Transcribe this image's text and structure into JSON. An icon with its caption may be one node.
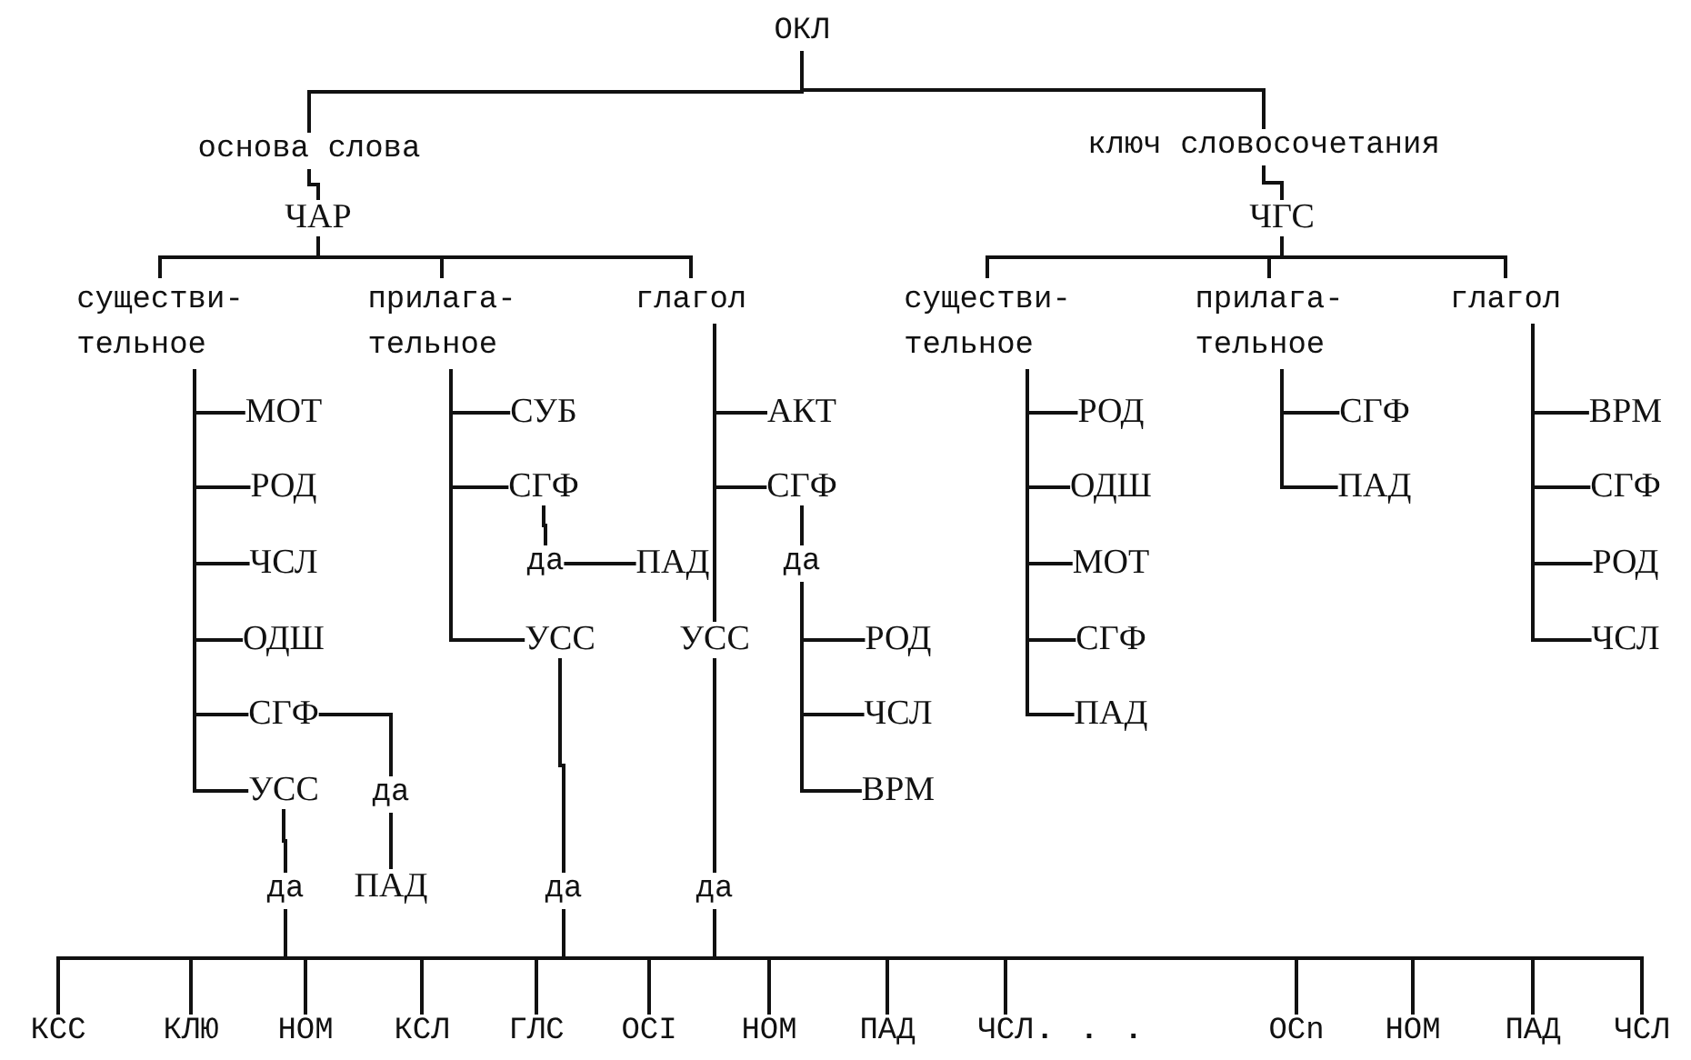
{
  "diagram": {
    "nodes": [
      {
        "text": [
          "ОКЛ"
        ]
      },
      {
        "text": [
          "основа слова"
        ]
      },
      {
        "text": [
          "ключ словосочетания"
        ]
      },
      {
        "text": [
          "ЧАР"
        ]
      },
      {
        "text": [
          "существи- тельное"
        ]
      },
      {
        "text": [
          "прилага- тельное"
        ]
      },
      {
        "text": [
          "глагол"
        ]
      },
      {
        "text": [
          "МОТ"
        ]
      },
      {
        "text": [
          "РОД"
        ]
      },
      {
        "text": [
          "ЧСЛ"
        ]
      },
      {
        "text": [
          "ОДШ"
        ]
      },
      {
        "text": [
          "СГФ"
        ]
      },
      {
        "text": [
          "УСС"
        ]
      },
      {
        "text": [
          "да"
        ]
      },
      {
        "text": [
          "ПАД"
        ]
      },
      {
        "text": [
          "да"
        ]
      },
      {
        "text": [
          "СУБ"
        ]
      },
      {
        "text": [
          "СГФ"
        ]
      },
      {
        "text": [
          "да"
        ]
      },
      {
        "text": [
          "ПАД"
        ]
      },
      {
        "text": [
          "УСС"
        ]
      },
      {
        "text": [
          "да"
        ]
      },
      {
        "text": [
          "АКТ"
        ]
      },
      {
        "text": [
          "СГФ"
        ]
      },
      {
        "text": [
          "да"
        ]
      },
      {
        "text": [
          "РОД"
        ]
      },
      {
        "text": [
          "ЧСЛ"
        ]
      },
      {
        "text": [
          "ВРМ"
        ]
      },
      {
        "text": [
          "УСС"
        ]
      },
      {
        "text": [
          "да"
        ]
      },
      {
        "text": [
          "ЧГС"
        ]
      },
      {
        "text": [
          "существи- тельное"
        ]
      },
      {
        "text": [
          "прилага- тельное"
        ]
      },
      {
        "text": [
          "глагол"
        ]
      },
      {
        "text": [
          "РОД"
        ]
      },
      {
        "text": [
          "ОДШ"
        ]
      },
      {
        "text": [
          "МОТ"
        ]
      },
      {
        "text": [
          "СГФ"
        ]
      },
      {
        "text": [
          "ПАД"
        ]
      },
      {
        "text": [
          "СГФ"
        ]
      },
      {
        "text": [
          "ПАД"
        ]
      },
      {
        "text": [
          "ВРМ"
        ]
      },
      {
        "text": [
          "СГФ"
        ]
      },
      {
        "text": [
          "РОД"
        ]
      },
      {
        "text": [
          "ЧСЛ"
        ]
      },
      {
        "text": [
          "КСС"
        ]
      },
      {
        "text": [
          "КЛЮ"
        ]
      },
      {
        "text": [
          "НОМ"
        ]
      },
      {
        "text": [
          "КСЛ"
        ]
      },
      {
        "text": [
          "ГЛС"
        ]
      },
      {
        "text": [
          "ОСI"
        ]
      },
      {
        "text": [
          "НОМ"
        ]
      },
      {
        "text": [
          "ПАД"
        ]
      },
      {
        "text": [
          "ЧСЛ"
        ]
      },
      {
        "text": [
          "ОСn"
        ]
      },
      {
        "text": [
          "НОМ"
        ]
      },
      {
        "text": [
          "ПАД"
        ]
      },
      {
        "text": [
          "ЧСЛ"
        ]
      }
    ],
    "edges": [
      {
        "from": 0,
        "to": 1,
        "arrow": "none"
      },
      {
        "from": 0,
        "to": 2,
        "arrow": "none"
      },
      {
        "from": 1,
        "to": 3,
        "arrow": "none"
      },
      {
        "from": 3,
        "to": 4,
        "arrow": "none"
      },
      {
        "from": 3,
        "to": 5,
        "arrow": "none"
      },
      {
        "from": 3,
        "to": 6,
        "arrow": "none"
      },
      {
        "from": 4,
        "to": 7,
        "arrow": "none"
      },
      {
        "from": 4,
        "to": 8,
        "arrow": "none"
      },
      {
        "from": 4,
        "to": 9,
        "arrow": "none"
      },
      {
        "from": 4,
        "to": 10,
        "arrow": "none"
      },
      {
        "from": 4,
        "to": 11,
        "arrow": "none"
      },
      {
        "from": 4,
        "to": 12,
        "arrow": "none"
      },
      {
        "from": 11,
        "to": 13,
        "arrow": "none"
      },
      {
        "from": 13,
        "to": 14,
        "arrow": "none"
      },
      {
        "from": 12,
        "to": 15,
        "arrow": "none"
      },
      {
        "from": 5,
        "to": 16,
        "arrow": "none"
      },
      {
        "from": 5,
        "to": 17,
        "arrow": "none"
      },
      {
        "from": 17,
        "to": 18,
        "arrow": "none"
      },
      {
        "from": 18,
        "to": 19,
        "arrow": "none"
      },
      {
        "from": 5,
        "to": 20,
        "arrow": "none"
      },
      {
        "from": 20,
        "to": 21,
        "arrow": "none"
      },
      {
        "from": 6,
        "to": 22,
        "arrow": "none"
      },
      {
        "from": 6,
        "to": 23,
        "arrow": "none"
      },
      {
        "from": 23,
        "to": 24,
        "arrow": "none"
      },
      {
        "from": 24,
        "to": 25,
        "arrow": "none"
      },
      {
        "from": 24,
        "to": 26,
        "arrow": "none"
      },
      {
        "from": 24,
        "to": 27,
        "arrow": "none"
      },
      {
        "from": 6,
        "to": 28,
        "arrow": "none"
      },
      {
        "from": 28,
        "to": 29,
        "arrow": "none"
      },
      {
        "from": 2,
        "to": 30,
        "arrow": "none"
      },
      {
        "from": 30,
        "to": 31,
        "arrow": "none"
      },
      {
        "from": 30,
        "to": 32,
        "arrow": "none"
      },
      {
        "from": 30,
        "to": 33,
        "arrow": "none"
      },
      {
        "from": 31,
        "to": 34,
        "arrow": "none"
      },
      {
        "from": 31,
        "to": 35,
        "arrow": "none"
      },
      {
        "from": 31,
        "to": 36,
        "arrow": "none"
      },
      {
        "from": 31,
        "to": 37,
        "arrow": "none"
      },
      {
        "from": 31,
        "to": 38,
        "arrow": "none"
      },
      {
        "from": 32,
        "to": 39,
        "arrow": "none"
      },
      {
        "from": 32,
        "to": 40,
        "arrow": "none"
      },
      {
        "from": 33,
        "to": 41,
        "arrow": "none"
      },
      {
        "from": 33,
        "to": 42,
        "arrow": "none"
      },
      {
        "from": 33,
        "to": 43,
        "arrow": "none"
      },
      {
        "from": 33,
        "to": 44,
        "arrow": "none"
      },
      {
        "from": 15,
        "to": 45,
        "arrow": "none"
      },
      {
        "from": 15,
        "to": 46,
        "arrow": "none"
      },
      {
        "from": 15,
        "to": 47,
        "arrow": "none"
      },
      {
        "from": 15,
        "to": 48,
        "arrow": "none"
      },
      {
        "from": 15,
        "to": 49,
        "arrow": "none"
      },
      {
        "from": 15,
        "to": 50,
        "arrow": "none"
      },
      {
        "from": 15,
        "to": 51,
        "arrow": "none"
      },
      {
        "from": 15,
        "to": 52,
        "arrow": "none"
      },
      {
        "from": 15,
        "to": 53,
        "arrow": "none"
      },
      {
        "from": 15,
        "to": 54,
        "arrow": "none"
      },
      {
        "from": 15,
        "to": 55,
        "arrow": "none"
      },
      {
        "from": 15,
        "to": 56,
        "arrow": "none"
      },
      {
        "from": 15,
        "to": 57,
        "arrow": "none"
      },
      {
        "from": 21,
        "to": 45,
        "arrow": "none"
      },
      {
        "from": 21,
        "to": 46,
        "arrow": "none"
      },
      {
        "from": 21,
        "to": 47,
        "arrow": "none"
      },
      {
        "from": 21,
        "to": 48,
        "arrow": "none"
      },
      {
        "from": 21,
        "to": 49,
        "arrow": "none"
      },
      {
        "from": 21,
        "to": 50,
        "arrow": "none"
      },
      {
        "from": 21,
        "to": 51,
        "arrow": "none"
      },
      {
        "from": 21,
        "to": 52,
        "arrow": "none"
      },
      {
        "from": 21,
        "to": 53,
        "arrow": "none"
      },
      {
        "from": 21,
        "to": 54,
        "arrow": "none"
      },
      {
        "from": 21,
        "to": 55,
        "arrow": "none"
      },
      {
        "from": 21,
        "to": 56,
        "arrow": "none"
      },
      {
        "from": 21,
        "to": 57,
        "arrow": "none"
      },
      {
        "from": 29,
        "to": 45,
        "arrow": "none"
      },
      {
        "from": 29,
        "to": 46,
        "arrow": "none"
      },
      {
        "from": 29,
        "to": 47,
        "arrow": "none"
      },
      {
        "from": 29,
        "to": 48,
        "arrow": "none"
      },
      {
        "from": 29,
        "to": 49,
        "arrow": "none"
      },
      {
        "from": 29,
        "to": 50,
        "arrow": "none"
      },
      {
        "from": 29,
        "to": 51,
        "arrow": "none"
      },
      {
        "from": 29,
        "to": 52,
        "arrow": "none"
      },
      {
        "from": 29,
        "to": 53,
        "arrow": "none"
      },
      {
        "from": 29,
        "to": 54,
        "arrow": "none"
      },
      {
        "from": 29,
        "to": 55,
        "arrow": "none"
      },
      {
        "from": 29,
        "to": 56,
        "arrow": "none"
      },
      {
        "from": 29,
        "to": 57,
        "arrow": "none"
      }
    ],
    "labels": [
      ". . ."
    ]
  }
}
